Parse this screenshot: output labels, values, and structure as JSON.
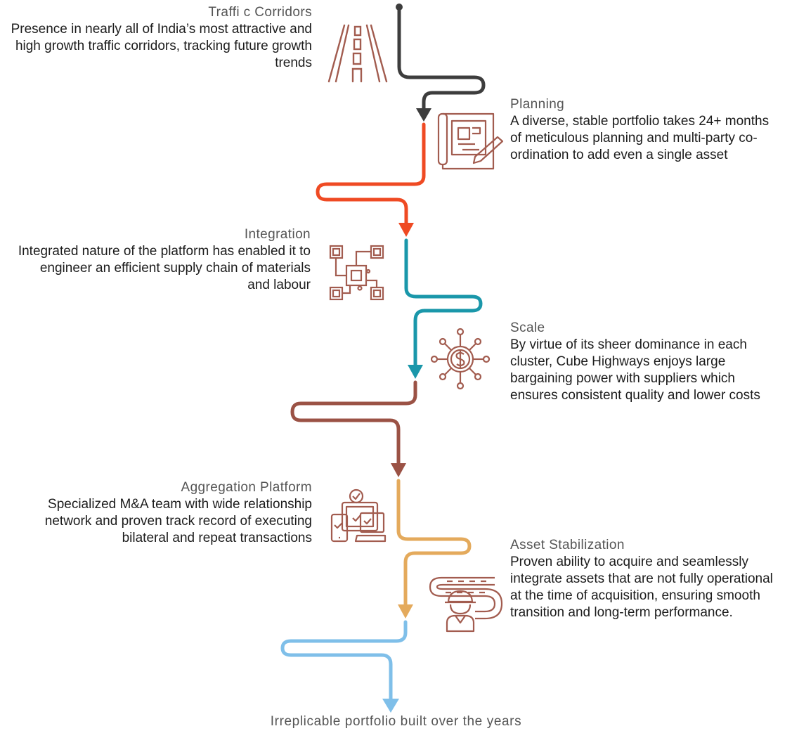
{
  "colors": {
    "dark": "#3d3d3d",
    "orange": "#ef4a23",
    "teal": "#1a97aa",
    "brown": "#9b5245",
    "gold": "#e4aa5c",
    "light_blue": "#7fbfe9",
    "icon": "#a25c4f"
  },
  "steps": [
    {
      "title": "Traffi c Corridors",
      "desc": "Presence in nearly all of India’s most attractive and high growth traffic corridors, tracking future growth trends",
      "icon": "road-icon"
    },
    {
      "title": "Planning",
      "desc": "A diverse, stable portfolio takes 24+ months of meticulous planning and multi-party co-ordination to add even a single asset",
      "icon": "blueprint-icon"
    },
    {
      "title": "Integration",
      "desc": "Integrated nature of the platform has enabled it to engineer an efficient supply chain of materials and labour",
      "icon": "circuit-chip-icon"
    },
    {
      "title": "Scale",
      "desc": "By virtue of its sheer dominance in each cluster, Cube Highways enjoys large bargaining power with suppliers which ensures consistent quality and lower costs",
      "icon": "dollar-network-icon"
    },
    {
      "title": "Aggregation Platform",
      "desc": "Specialized M&A team with wide relationship network and proven track record of executing bilateral and repeat transactions",
      "icon": "devices-icon"
    },
    {
      "title": "Asset Stabilization",
      "desc": "Proven ability to acquire and seamlessly integrate assets that are not fully operational at the time of acquisition, ensuring smooth transition and long-term performance.",
      "icon": "worker-road-icon"
    }
  ],
  "final_label": "Irreplicable portfolio built over the years"
}
